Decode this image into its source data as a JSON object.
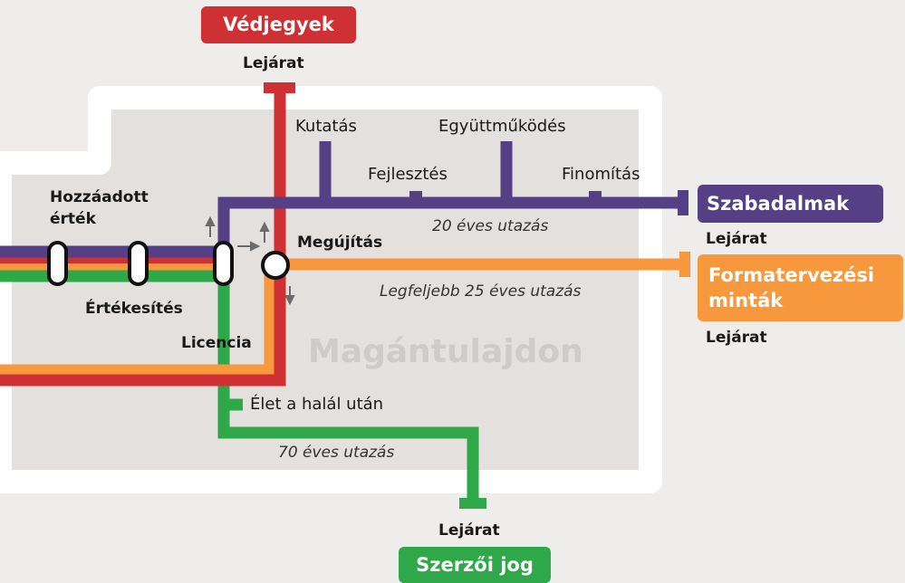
{
  "colors": {
    "background": "#efedeb",
    "territory": "#e3e0dd",
    "border": "#ffffff",
    "purple": "#553f85",
    "red": "#cf3033",
    "orange": "#f6983b",
    "green": "#2fa84a",
    "arrow": "#6b6b6b"
  },
  "territory": {
    "label": "Magántulajdon"
  },
  "lines": {
    "trademarks": {
      "name": "Védjegyek",
      "end_label": "Lejárat"
    },
    "patents": {
      "name": "Szabadalmak",
      "end_label": "Lejárat",
      "journey": "20 éves utazás"
    },
    "designs": {
      "name_line1": "Formatervezési",
      "name_line2": "minták",
      "end_label": "Lejárat",
      "journey": "Legfeljebb 25 éves utazás"
    },
    "copyright": {
      "name": "Szerzői jog",
      "end_label": "Lejárat",
      "journey": "70 éves utazás"
    }
  },
  "stations": {
    "added_value_line1": "Hozzáadott",
    "added_value_line2": "érték",
    "valuation": "Értékesítés",
    "licence": "Licencia",
    "renewal": "Megújítás",
    "afterlife": "Élet a halál után",
    "research": "Kutatás",
    "development": "Fejlesztés",
    "cooperation": "Együttműködés",
    "refinement": "Finomítás"
  }
}
